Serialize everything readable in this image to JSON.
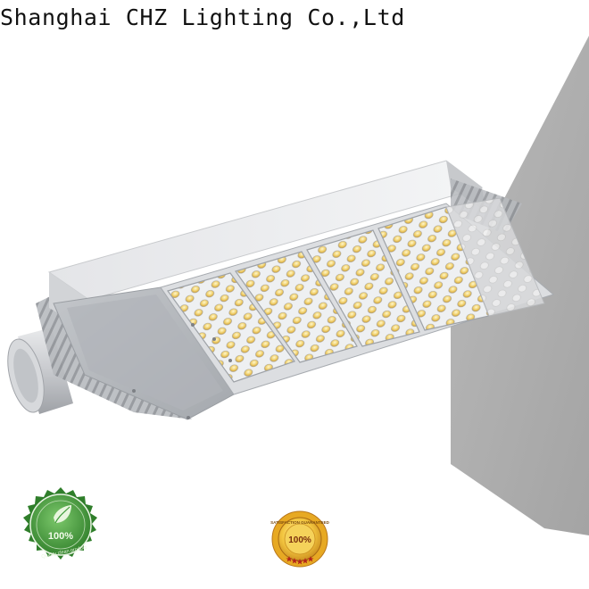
{
  "company_name": "Shanghai CHZ Lighting Co.,Ltd",
  "badges": {
    "eco": {
      "percent": "100%",
      "ring_text": "Quality clean product",
      "icon": "leaf-icon",
      "color": "#3f9b3a"
    },
    "satisfaction": {
      "percent": "100%",
      "ring_text": "SATISFACTION GUARANTEED",
      "stars": 5,
      "color": "#e3a21a"
    }
  },
  "product": {
    "type": "LED street light",
    "modules": 4,
    "housing_color": "#c9ccd1",
    "led_color": "#f1d27a"
  }
}
